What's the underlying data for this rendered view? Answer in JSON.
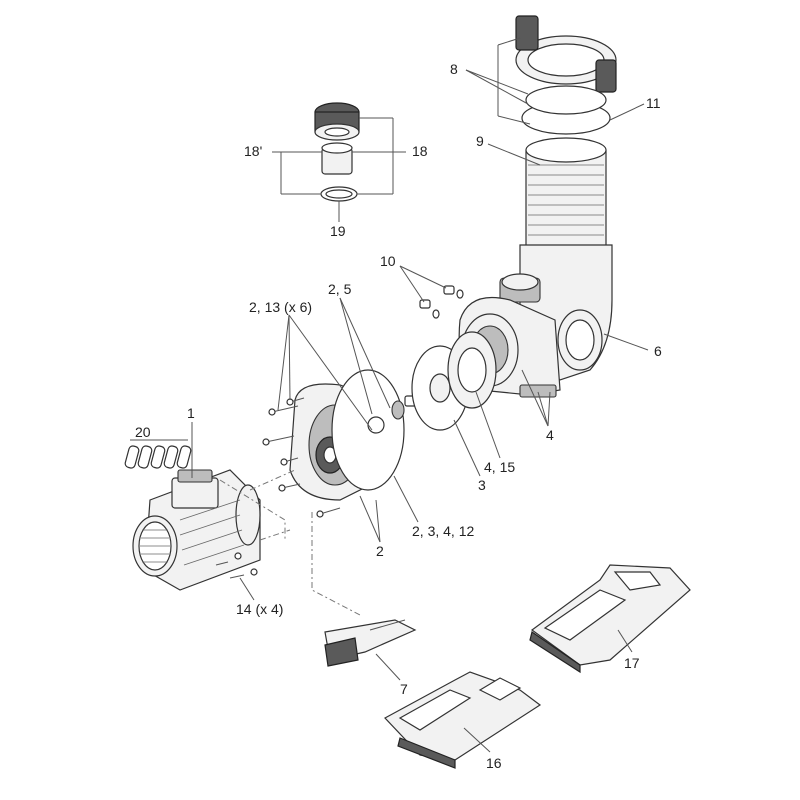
{
  "labels": {
    "l1": "1",
    "l2_13": "2, 13 (x 6)",
    "l2_5": "2, 5",
    "l2": "2",
    "l2_3_4_12": "2, 3, 4, 12",
    "l3": "3",
    "l4": "4",
    "l4_15": "4, 15",
    "l6": "6",
    "l7": "7",
    "l8": "8",
    "l9": "9",
    "l10": "10",
    "l11": "11",
    "l14": "14 (x 4)",
    "l16": "16",
    "l17": "17",
    "l18": "18",
    "l18p": "18'",
    "l19": "19",
    "l20": "20"
  }
}
